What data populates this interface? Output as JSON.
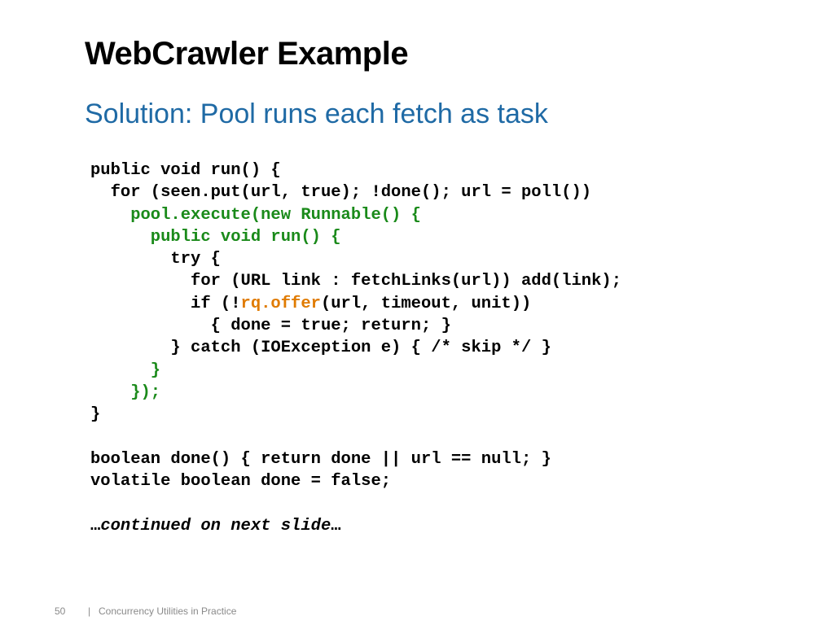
{
  "slide": {
    "title": "WebCrawler Example",
    "subtitle": "Solution: Pool runs each fetch as task",
    "colors": {
      "subtitle": "#1f6aa5",
      "code_green": "#1a8a1a",
      "code_orange": "#e07b00",
      "footer": "#8a8a8a"
    },
    "code": {
      "line1": "public void run() {",
      "line2": "  for (seen.put(url, true); !done(); url = poll())",
      "line3": "    pool.execute(new Runnable() {",
      "line4": "      public void run() {",
      "line5": "        try {",
      "line6": "          for (URL link : fetchLinks(url)) add(link);",
      "line7_pre": "          if (!",
      "line7_method": "rq.offer",
      "line7_post": "(url, timeout, unit))",
      "line8": "            { done = true; return; }",
      "line9": "        } catch (IOException e) { /* skip */ }",
      "line10": "      }",
      "line11": "    });",
      "line12": "}",
      "line13": "",
      "line14": "boolean done() { return done || url == null; }",
      "line15": "volatile boolean done = false;",
      "line16": "",
      "line17_pre": "…",
      "line17_italic": "continued on next slide",
      "line17_post": "…"
    },
    "footer": {
      "page_number": "50",
      "separator": "|",
      "text": "Concurrency Utilities in Practice"
    }
  }
}
